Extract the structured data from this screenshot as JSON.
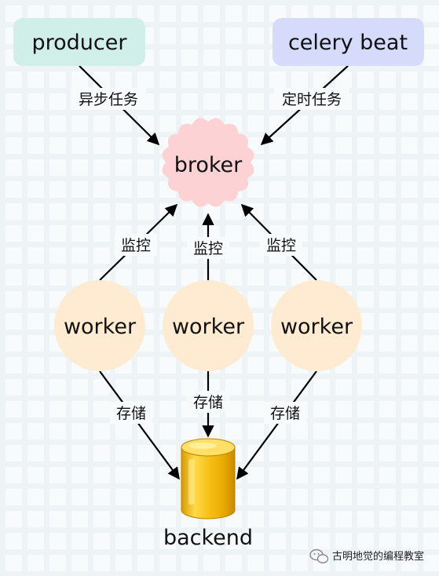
{
  "nodes": {
    "producer": "producer",
    "celery_beat": "celery beat",
    "broker": "broker",
    "worker1": "worker",
    "worker2": "worker",
    "worker3": "worker",
    "backend": "backend"
  },
  "edges": {
    "async_task": "异步任务",
    "scheduled_task": "定时任务",
    "monitor1": "监控",
    "monitor2": "监控",
    "monitor3": "监控",
    "store1": "存储",
    "store2": "存储",
    "store3": "存储"
  },
  "watermark": "古明地觉的编程教室",
  "colors": {
    "producer_fill": "#d1efe9",
    "celery_beat_fill": "#d6dbfc",
    "broker_fill": "#fcd2d4",
    "worker_fill": "#feebd1",
    "backend_fill": "#f2be1c"
  }
}
